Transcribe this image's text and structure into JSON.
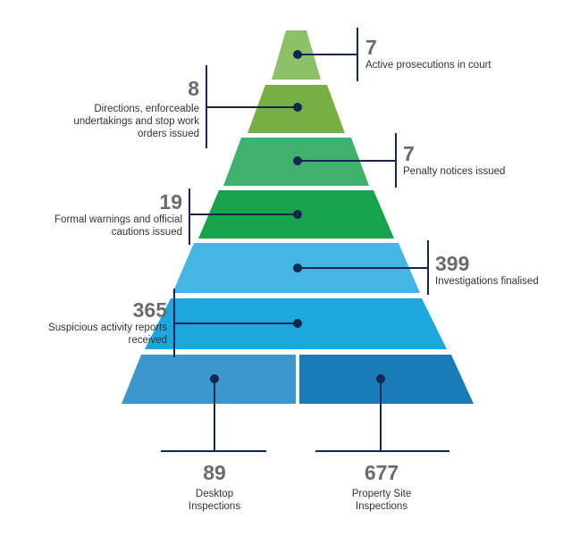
{
  "tiers": [
    {
      "value": "7",
      "label": "Active prosecutions in court",
      "color": "#8cc16a"
    },
    {
      "value": "8",
      "label": "Directions, enforceable undertakings and stop work orders issued",
      "color": "#76b045"
    },
    {
      "value": "7",
      "label": "Penalty notices issued",
      "color": "#3fb06e"
    },
    {
      "value": "19",
      "label": "Formal warnings and official cautions issued",
      "color": "#16a34b"
    },
    {
      "value": "399",
      "label": "Investigations finalised",
      "color": "#44b5e5"
    },
    {
      "value": "365",
      "label": "Suspicious activity reports received",
      "color": "#1ea6df"
    }
  ],
  "base": [
    {
      "value": "89",
      "label": "Desktop Inspections",
      "color": "#3d97cf"
    },
    {
      "value": "677",
      "label": "Property Site Inspections",
      "color": "#1a7bb9"
    }
  ],
  "colors": {
    "marker": "#13284f",
    "connector": "#13284f",
    "text": "#333333",
    "number": "#6b6b6b"
  }
}
